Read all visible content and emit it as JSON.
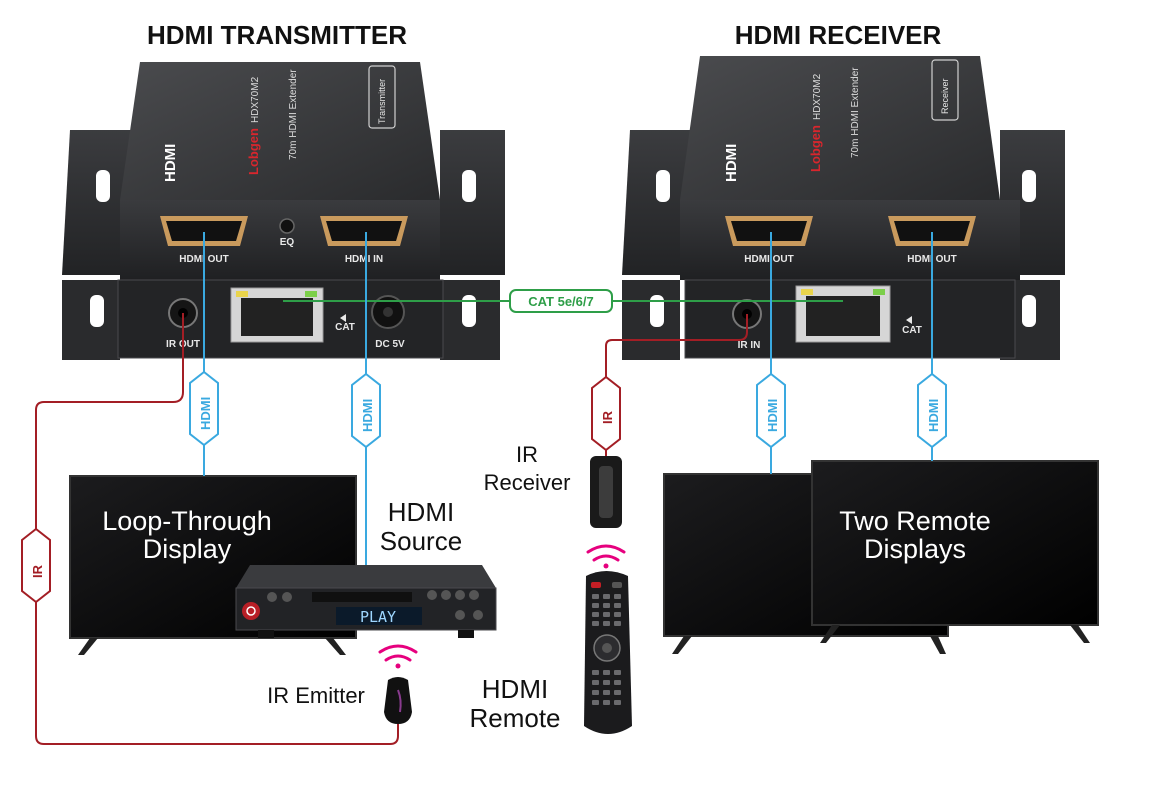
{
  "titles": {
    "transmitter": "HDMI TRANSMITTER",
    "receiver": "HDMI RECEIVER"
  },
  "device": {
    "brand": "Lobgen",
    "model": "HDX70M2",
    "subtitle": "70m HDMI Extender",
    "hdmi_logo": "HDMI",
    "tx_badge": "Transmitter",
    "rx_badge": "Receiver"
  },
  "ports": {
    "tx_hdmi_out": "HDMI OUT",
    "tx_eq": "EQ",
    "tx_hdmi_in": "HDMI IN",
    "tx_ir_out": "IR OUT",
    "tx_cat": "CAT",
    "tx_dc": "DC 5V",
    "rx_hdmi_out_1": "HDMI OUT",
    "rx_hdmi_out_2": "HDMI OUT",
    "rx_ir_in": "IR IN",
    "rx_cat": "CAT"
  },
  "cables": {
    "cat": "CAT 5e/6/7",
    "hdmi": "HDMI",
    "ir": "IR"
  },
  "displays": {
    "loop_line1": "Loop-Through",
    "loop_line2": "Display",
    "remote_line1": "Two Remote",
    "remote_line2": "Displays"
  },
  "callouts": {
    "source_line1": "HDMI",
    "source_line2": "Source",
    "ir_receiver_line1": "IR",
    "ir_receiver_line2": "Receiver",
    "ir_emitter": "IR Emitter",
    "remote_line1": "HDMI",
    "remote_line2": "Remote"
  },
  "source_display": "PLAY",
  "colors": {
    "hdmi_cable": "#3aa9e0",
    "cat_cable": "#2e9e48",
    "ir_cable": "#a31e25",
    "signal": "#e6007e",
    "device_body": "#2d2e30"
  }
}
